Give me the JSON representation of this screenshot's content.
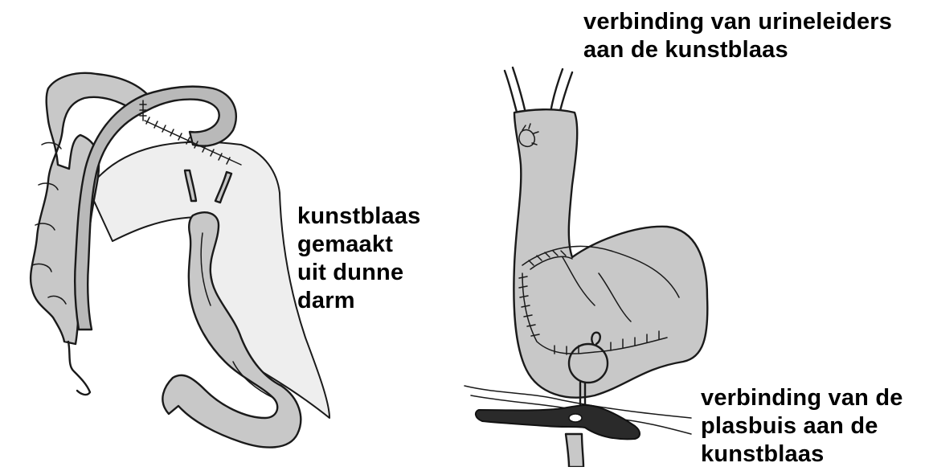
{
  "labels": {
    "neobladder": [
      "kunstblaas",
      "gemaakt",
      "uit dunne",
      "darm"
    ],
    "ureters": [
      "verbinding van urineleiders",
      "aan de kunstblaas"
    ],
    "urethra": [
      "verbinding van de",
      "plasbuis aan de",
      "kunstblaas"
    ]
  }
}
